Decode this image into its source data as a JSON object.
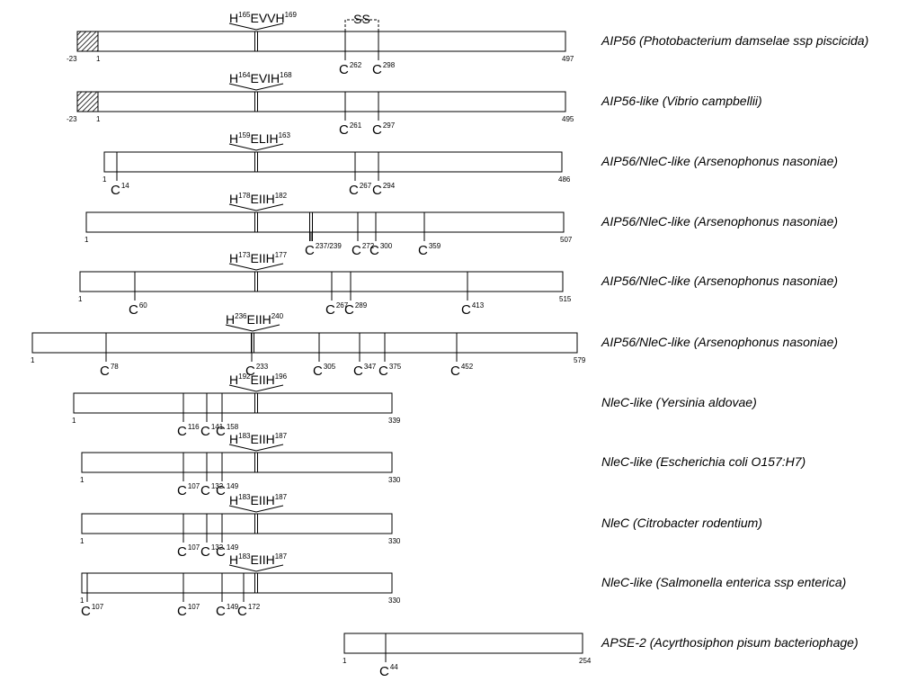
{
  "rows": [
    {
      "name_main": "AIP56 (Photobacterium damselae ssp piscicida)",
      "name_plain": "",
      "start_label": "-23",
      "signal_label": "1",
      "end_label": "497",
      "motif": {
        "pre": "H",
        "pre_sup": "165",
        "mid": "EVVH",
        "post_sup": "169"
      },
      "cys": [
        {
          "sup": "262"
        },
        {
          "sup": "298"
        }
      ],
      "bridge": {
        "label": "SS"
      }
    },
    {
      "name_main": "AIP56-like (Vibrio campbellii)",
      "name_plain": "",
      "start_label": "-23",
      "signal_label": "1",
      "end_label": "495",
      "motif": {
        "pre": "H",
        "pre_sup": "164",
        "mid": "EVIH",
        "post_sup": "168"
      },
      "cys": [
        {
          "sup": "261"
        },
        {
          "sup": "297"
        }
      ]
    },
    {
      "name_main": "AIP56/NleC-like (Arsenophonus nasoniae)",
      "name_plain": "",
      "start_label": "1",
      "end_label": "486",
      "motif": {
        "pre": "H",
        "pre_sup": "159",
        "mid": "ELIH",
        "post_sup": "163"
      },
      "cys": [
        {
          "sup": "14"
        },
        {
          "sup": "267"
        },
        {
          "sup": "294"
        }
      ]
    },
    {
      "name_main": "AIP56/NleC-like (Arsenophonus nasoniae)",
      "name_plain": "",
      "start_label": "1",
      "end_label": "507",
      "motif": {
        "pre": "H",
        "pre_sup": "178",
        "mid": "EIIH",
        "post_sup": "182"
      },
      "cys": [
        {
          "sup": "237/239"
        },
        {
          "sup": "272"
        },
        {
          "sup": "300"
        },
        {
          "sup": "359"
        }
      ]
    },
    {
      "name_main": "AIP56/NleC-like (Arsenophonus nasoniae)",
      "name_plain": "",
      "start_label": "1",
      "end_label": "515",
      "motif": {
        "pre": "H",
        "pre_sup": "173",
        "mid": "EIIH",
        "post_sup": "177"
      },
      "cys": [
        {
          "sup": "60"
        },
        {
          "sup": "267"
        },
        {
          "sup": "289"
        },
        {
          "sup": "413"
        }
      ]
    },
    {
      "name_main": "AIP56/NleC-like (Arsenophonus nasoniae)",
      "name_plain": "",
      "start_label": "1",
      "end_label": "579",
      "motif": {
        "pre": "H",
        "pre_sup": "236",
        "mid": "EIIH",
        "post_sup": "240"
      },
      "cys": [
        {
          "sup": "78"
        },
        {
          "sup": "233"
        },
        {
          "sup": "305"
        },
        {
          "sup": "347"
        },
        {
          "sup": "375"
        },
        {
          "sup": "452"
        }
      ]
    },
    {
      "name_main": "NleC-like (Yersinia aldovae)",
      "name_plain": "",
      "start_label": "1",
      "end_label": "339",
      "motif": {
        "pre": "H",
        "pre_sup": "192",
        "mid": "EIIH",
        "post_sup": "196"
      },
      "cys": [
        {
          "sup": "116"
        },
        {
          "sup": "141"
        },
        {
          "sup": "158"
        }
      ]
    },
    {
      "name_main": "NleC-like (Escherichia coli O157:H7)",
      "name_plain": "",
      "start_label": "1",
      "end_label": "330",
      "motif": {
        "pre": "H",
        "pre_sup": "183",
        "mid": "EIIH",
        "post_sup": "187"
      },
      "cys": [
        {
          "sup": "107"
        },
        {
          "sup": "132"
        },
        {
          "sup": "149"
        }
      ]
    },
    {
      "name_main": "NleC (Citrobacter rodentium)",
      "name_plain": "",
      "start_label": "1",
      "end_label": "330",
      "motif": {
        "pre": "H",
        "pre_sup": "183",
        "mid": "EIIH",
        "post_sup": "187"
      },
      "cys": [
        {
          "sup": "107"
        },
        {
          "sup": "132"
        },
        {
          "sup": "149"
        }
      ]
    },
    {
      "name_main": "NleC-like (Salmonella enterica ssp enterica)",
      "name_plain": "",
      "start_label": "1",
      "end_label": "330",
      "motif": {
        "pre": "H",
        "pre_sup": "183",
        "mid": "EIIH",
        "post_sup": "187"
      },
      "cys": [
        {
          "sup": "107"
        },
        {
          "sup": "107"
        },
        {
          "sup": "149"
        },
        {
          "sup": "172"
        }
      ]
    },
    {
      "name_main": "APSE-2",
      "name_plain": " (Acyrthosiphon pisum bacteriophage)",
      "start_label": "1",
      "end_label": "254",
      "motif": null,
      "cys": [
        {
          "sup": "44"
        }
      ]
    }
  ]
}
